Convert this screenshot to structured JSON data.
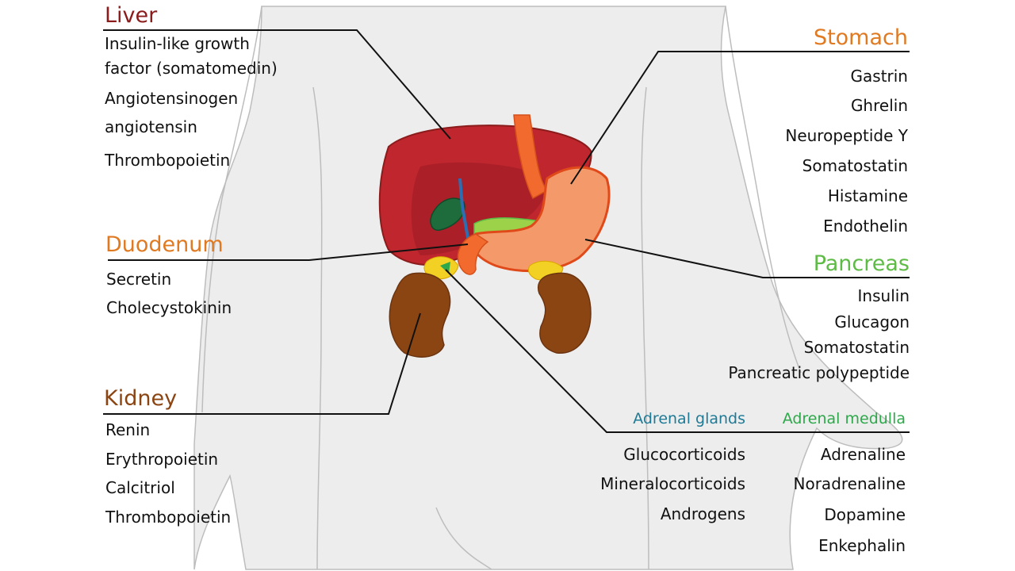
{
  "colors": {
    "liver": "#8B1C1C",
    "stomach": "#E07A22",
    "duodenum": "#E07A22",
    "pancreas": "#5DBB46",
    "kidney": "#8B4513",
    "adrenal_glands": "#1F7A96",
    "adrenal_medulla": "#2EA84B",
    "body_fill": "#EDEDED",
    "body_outline": "#BDBDBD"
  },
  "liver": {
    "title": "Liver",
    "hormones": [
      "Insulin-like growth",
      "factor (somatomedin)",
      "Angiotensinogen",
      "angiotensin",
      "Thrombopoietin"
    ]
  },
  "stomach": {
    "title": "Stomach",
    "hormones": [
      "Gastrin",
      "Ghrelin",
      "Neuropeptide Y",
      "Somatostatin",
      "Histamine",
      "Endothelin"
    ]
  },
  "duodenum": {
    "title": "Duodenum",
    "hormones": [
      "Secretin",
      "Cholecystokinin"
    ]
  },
  "pancreas": {
    "title": "Pancreas",
    "hormones": [
      "Insulin",
      "Glucagon",
      "Somatostatin",
      "Pancreatic polypeptide"
    ]
  },
  "kidney": {
    "title": "Kidney",
    "hormones": [
      "Renin",
      "Erythropoietin",
      "Calcitriol",
      "Thrombopoietin"
    ]
  },
  "adrenal_glands": {
    "title": "Adrenal glands",
    "hormones": [
      "Glucocorticoids",
      "Mineralocorticoids",
      "Androgens"
    ]
  },
  "adrenal_medulla": {
    "title": "Adrenal medulla",
    "hormones": [
      "Adrenaline",
      "Noradrenaline",
      "Dopamine",
      "Enkephalin"
    ]
  }
}
